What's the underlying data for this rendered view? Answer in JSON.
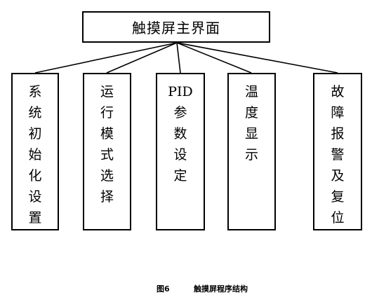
{
  "root": {
    "label": "触摸屏主界面"
  },
  "children": [
    {
      "id": "init",
      "lines": [
        "系",
        "统",
        "初",
        "始",
        "化",
        "设",
        "置"
      ]
    },
    {
      "id": "mode",
      "lines": [
        "运",
        "行",
        "模",
        "式",
        "选",
        "择"
      ]
    },
    {
      "id": "pid",
      "lines": [
        "PID",
        "参",
        "数",
        "设",
        "定"
      ]
    },
    {
      "id": "temp",
      "lines": [
        "温",
        "度",
        "显",
        "示"
      ]
    },
    {
      "id": "fault",
      "lines": [
        "故",
        "障",
        "报",
        "警",
        "及",
        "复",
        "位"
      ]
    }
  ],
  "caption": {
    "number": "图6",
    "title": "触摸屏程序结构"
  }
}
